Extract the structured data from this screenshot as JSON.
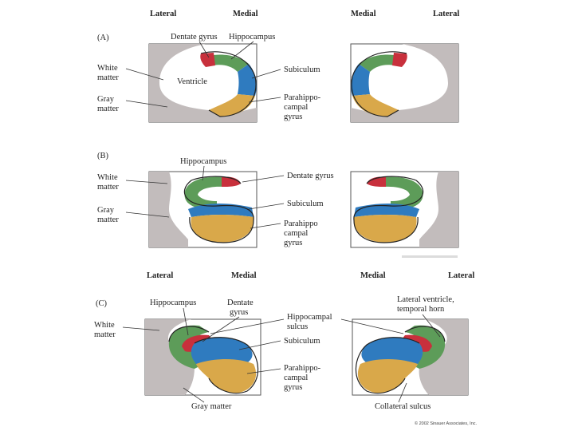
{
  "colors": {
    "gray_matter": "#c2bcbc",
    "dentate": "#c8303c",
    "hippocampus": "#5d9c59",
    "subiculum": "#2f7bbf",
    "parahippocampal": "#d9a84a"
  },
  "panel_a": {
    "tag": "(A)",
    "header_lateral": "Lateral",
    "header_medial": "Medial",
    "header_medial_right": "Medial",
    "header_lateral_right": "Lateral",
    "dentate": "Dentate gyrus",
    "hippocampus": "Hippocampus",
    "white_matter": [
      "White",
      "matter"
    ],
    "ventricle": "Ventricle",
    "subiculum": "Subiculum",
    "gray_matter": [
      "Gray",
      "matter"
    ],
    "parahippo": [
      "Parahippo-",
      "campal",
      "gyrus"
    ]
  },
  "panel_b": {
    "tag": "(B)",
    "hippocampus": "Hippocampus",
    "white_matter": [
      "White",
      "matter"
    ],
    "dentate": "Dentate gyrus",
    "subiculum": "Subiculum",
    "gray_matter": [
      "Gray",
      "matter"
    ],
    "parahippo": [
      "Parahippo",
      "campal",
      "gyrus"
    ]
  },
  "panel_c": {
    "tag": "(C)",
    "header_lateral": "Lateral",
    "header_medial": "Medial",
    "header_medial_right": "Medial",
    "header_lateral_right": "Lateral",
    "hippocampus": "Hippocampus",
    "dentate": [
      "Dentate",
      "gyrus"
    ],
    "white_matter": [
      "White",
      "matter"
    ],
    "hippocampal_sulcus": [
      "Hippocampal",
      "sulcus"
    ],
    "lateral_ventricle": [
      "Lateral ventricle,",
      "temporal horn"
    ],
    "subiculum": "Subiculum",
    "parahippo": [
      "Parahippo-",
      "campal",
      "gyrus"
    ],
    "gray_matter_bottom": "Gray matter",
    "collateral_sulcus": "Collateral sulcus",
    "copyright": "© 2002 Sinauer Associates, Inc."
  }
}
